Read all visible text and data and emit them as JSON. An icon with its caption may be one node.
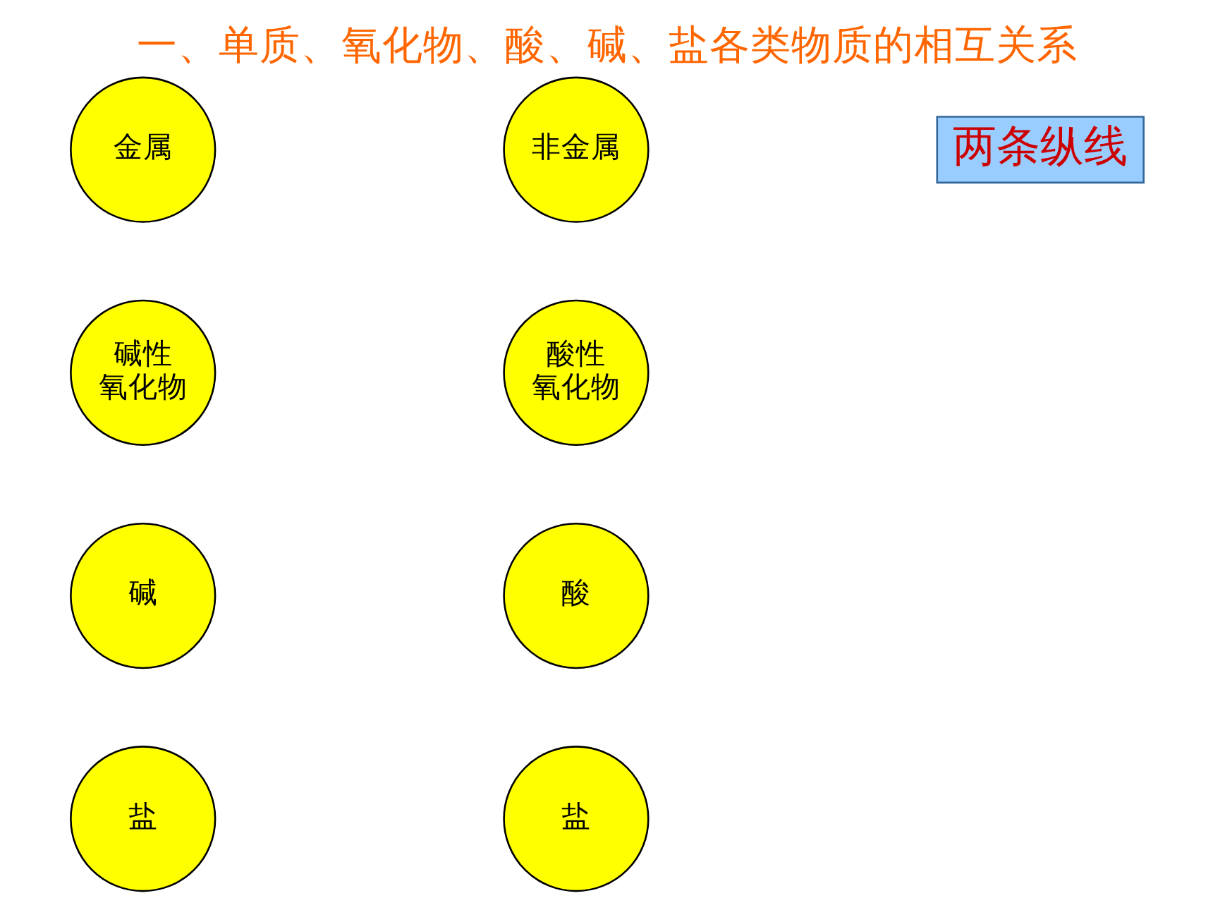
{
  "diagram": {
    "title": "一、单质、氧化物、酸、碱、盐各类物质的相互关系",
    "nodes": [
      {
        "text": [
          "金属"
        ]
      },
      {
        "text": [
          "非金属"
        ]
      },
      {
        "text": [
          "碱性氧化物"
        ]
      },
      {
        "text": [
          "酸性氧化物"
        ]
      },
      {
        "text": [
          "碱"
        ]
      },
      {
        "text": [
          "酸"
        ]
      },
      {
        "text": [
          "盐"
        ]
      },
      {
        "text": [
          "盐"
        ]
      }
    ],
    "labels": [
      "两条纵线"
    ]
  }
}
